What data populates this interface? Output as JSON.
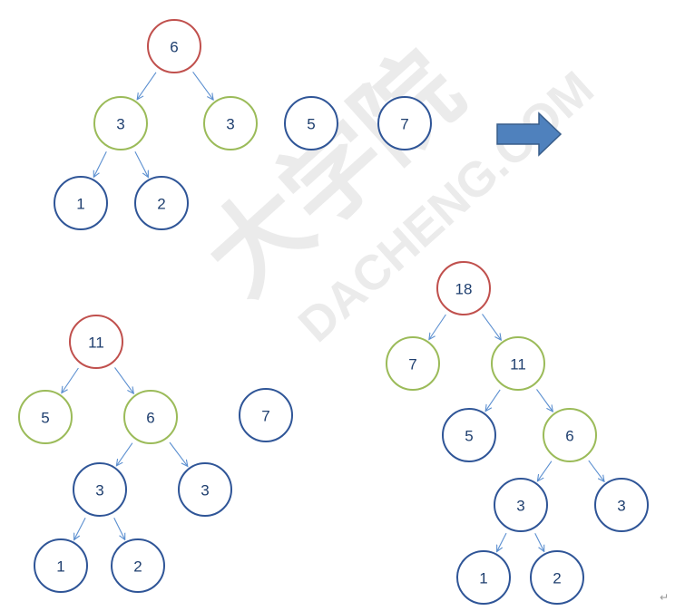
{
  "colors": {
    "root": "#c0504d",
    "internal": "#9bbb59",
    "leaf": "#2f5597",
    "edge": "#5b8fd0",
    "arrow": "#4f81bd",
    "text": "#1f3f6f"
  },
  "watermark": {
    "cjk": "大学院",
    "latin": "DACHENG.COM"
  },
  "paragraph_mark": "↵",
  "diagrams": [
    {
      "id": "step1",
      "nodes": [
        {
          "id": "a6",
          "label": "6",
          "kind": "root"
        },
        {
          "id": "a3l",
          "label": "3",
          "kind": "internal"
        },
        {
          "id": "a3r",
          "label": "3",
          "kind": "internal"
        },
        {
          "id": "a1",
          "label": "1",
          "kind": "leaf"
        },
        {
          "id": "a2",
          "label": "2",
          "kind": "leaf"
        },
        {
          "id": "a5",
          "label": "5",
          "kind": "leaf"
        },
        {
          "id": "a7",
          "label": "7",
          "kind": "leaf"
        }
      ],
      "edges": [
        [
          "a6",
          "a3l"
        ],
        [
          "a6",
          "a3r"
        ],
        [
          "a3l",
          "a1"
        ],
        [
          "a3l",
          "a2"
        ]
      ]
    },
    {
      "id": "step2",
      "nodes": [
        {
          "id": "b11",
          "label": "11",
          "kind": "root"
        },
        {
          "id": "b5",
          "label": "5",
          "kind": "internal"
        },
        {
          "id": "b6",
          "label": "6",
          "kind": "internal"
        },
        {
          "id": "b3l",
          "label": "3",
          "kind": "leaf"
        },
        {
          "id": "b3r",
          "label": "3",
          "kind": "leaf"
        },
        {
          "id": "b1",
          "label": "1",
          "kind": "leaf"
        },
        {
          "id": "b2",
          "label": "2",
          "kind": "leaf"
        },
        {
          "id": "b7",
          "label": "7",
          "kind": "leaf"
        }
      ],
      "edges": [
        [
          "b11",
          "b5"
        ],
        [
          "b11",
          "b6"
        ],
        [
          "b6",
          "b3l"
        ],
        [
          "b6",
          "b3r"
        ],
        [
          "b3l",
          "b1"
        ],
        [
          "b3l",
          "b2"
        ]
      ]
    },
    {
      "id": "step3",
      "nodes": [
        {
          "id": "c18",
          "label": "18",
          "kind": "root"
        },
        {
          "id": "c7",
          "label": "7",
          "kind": "internal"
        },
        {
          "id": "c11",
          "label": "11",
          "kind": "internal"
        },
        {
          "id": "c5",
          "label": "5",
          "kind": "leaf"
        },
        {
          "id": "c6",
          "label": "6",
          "kind": "internal"
        },
        {
          "id": "c3l",
          "label": "3",
          "kind": "leaf"
        },
        {
          "id": "c3r",
          "label": "3",
          "kind": "leaf"
        },
        {
          "id": "c1",
          "label": "1",
          "kind": "leaf"
        },
        {
          "id": "c2",
          "label": "2",
          "kind": "leaf"
        }
      ],
      "edges": [
        [
          "c18",
          "c7"
        ],
        [
          "c18",
          "c11"
        ],
        [
          "c11",
          "c5"
        ],
        [
          "c11",
          "c6"
        ],
        [
          "c6",
          "c3l"
        ],
        [
          "c6",
          "c3r"
        ],
        [
          "c3l",
          "c1"
        ],
        [
          "c3l",
          "c2"
        ]
      ]
    }
  ]
}
